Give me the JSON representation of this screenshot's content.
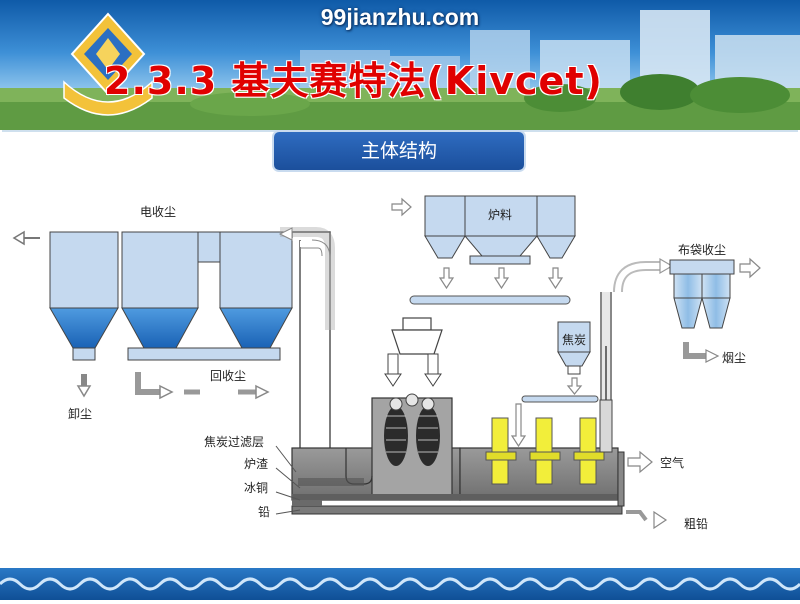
{
  "header": {
    "site_url": "99jianzhu.com",
    "title": "2.3.3 基夫赛特法(Kivcet)"
  },
  "section": {
    "tab_label": "主体结构"
  },
  "diagram": {
    "labels": {
      "electrostatic_precipitator": "电收尘",
      "charge": "炉料",
      "baghouse": "布袋收尘",
      "unload_dust": "卸尘",
      "return_dust": "回收尘",
      "coke": "焦炭",
      "fume_dust": "烟尘",
      "coke_filter_layer": "焦炭过滤层",
      "slag": "炉渣",
      "matte": "冰铜",
      "lead": "铅",
      "air": "空气",
      "crude_lead": "粗铅"
    }
  },
  "colors": {
    "banner_blue": "#1b5fae",
    "title_red": "#e00000",
    "vessel_fill": "#c5d9ef",
    "hopper_blue": "#1f74c9",
    "electrode_yellow": "#f2ee3a",
    "furnace_gray": "#8c8c8c"
  }
}
